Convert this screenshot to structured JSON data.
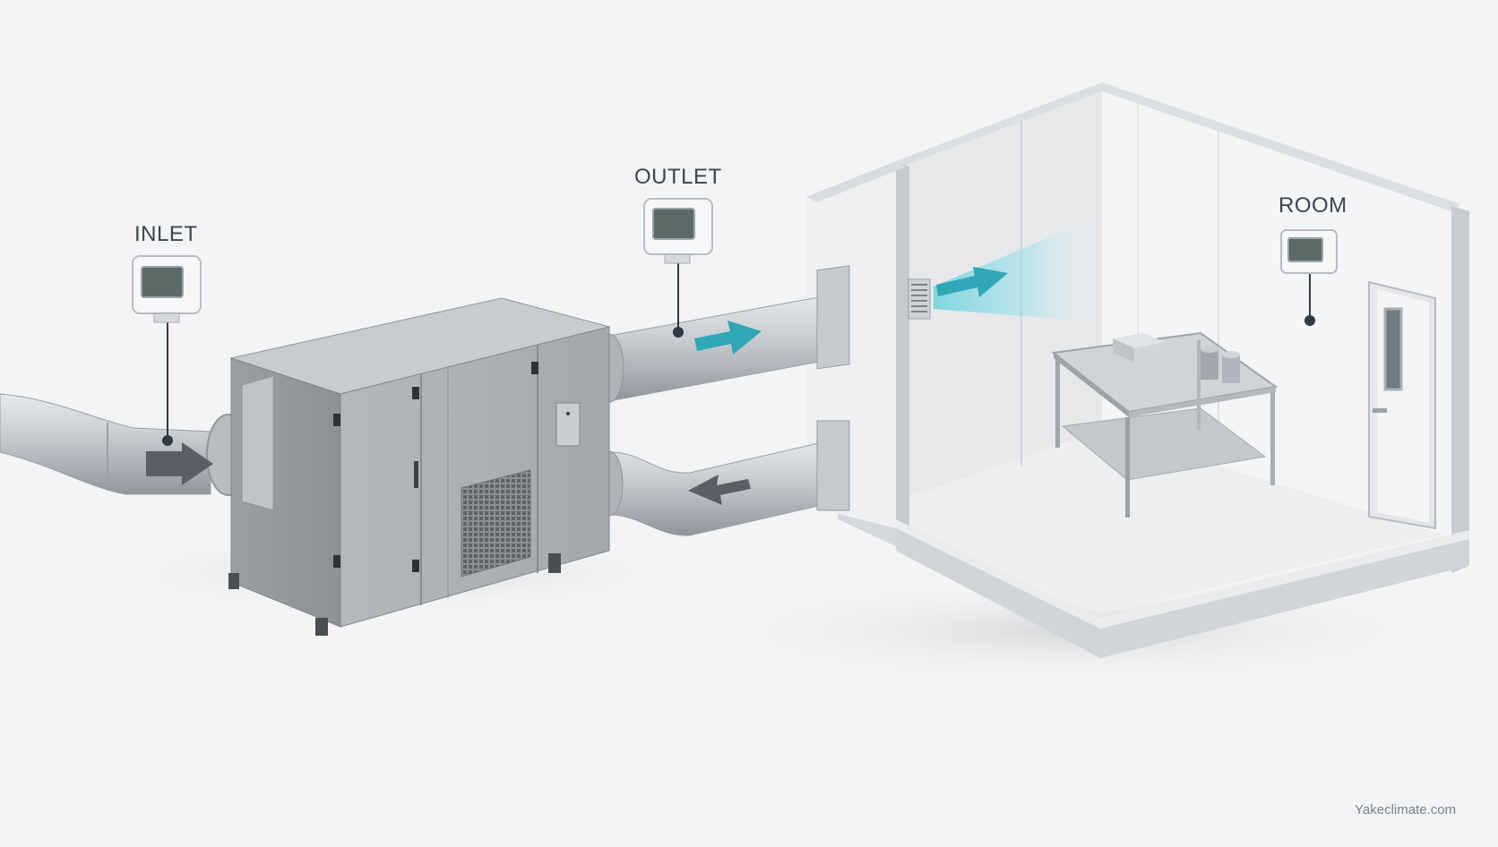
{
  "labels": {
    "inlet": "INLET",
    "outlet": "OUTLET",
    "room": "ROOM"
  },
  "watermark": "Yakeclimate.com",
  "colors": {
    "background": "#f3f4f5",
    "duct": "#b9bfc5",
    "unit": "#a9aeb3",
    "supply_arrow": "#2fa7b5",
    "return_arrow": "#5a5f66",
    "label_text": "#3a4550"
  },
  "icons": [
    "inlet-sensor-icon",
    "outlet-sensor-icon",
    "room-sensor-icon",
    "supply-flow-arrow-icon",
    "return-flow-arrow-icon",
    "inlet-flow-arrow-icon",
    "room-airflow-arrow-icon"
  ]
}
